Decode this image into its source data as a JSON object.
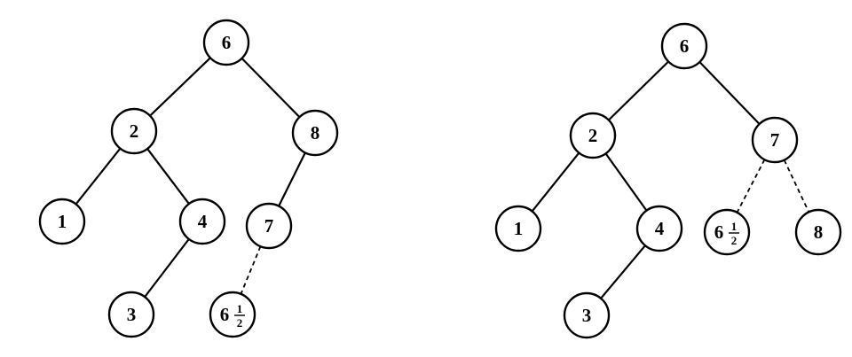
{
  "trees": [
    {
      "nodes": [
        {
          "id": "n6",
          "label": "6"
        },
        {
          "id": "n2",
          "label": "2"
        },
        {
          "id": "n8",
          "label": "8"
        },
        {
          "id": "n1",
          "label": "1"
        },
        {
          "id": "n4",
          "label": "4"
        },
        {
          "id": "n7",
          "label": "7"
        },
        {
          "id": "n3",
          "label": "3"
        },
        {
          "id": "n6h",
          "label": "6",
          "fraction": {
            "numerator": "1",
            "denominator": "2"
          }
        }
      ],
      "edges": [
        {
          "from": "n6",
          "to": "n2",
          "style": "solid"
        },
        {
          "from": "n6",
          "to": "n8",
          "style": "solid"
        },
        {
          "from": "n2",
          "to": "n1",
          "style": "solid"
        },
        {
          "from": "n2",
          "to": "n4",
          "style": "solid"
        },
        {
          "from": "n4",
          "to": "n3",
          "style": "solid"
        },
        {
          "from": "n8",
          "to": "n7",
          "style": "solid"
        },
        {
          "from": "n7",
          "to": "n6h",
          "style": "dashed"
        }
      ]
    },
    {
      "nodes": [
        {
          "id": "n6",
          "label": "6"
        },
        {
          "id": "n2",
          "label": "2"
        },
        {
          "id": "n7",
          "label": "7"
        },
        {
          "id": "n1",
          "label": "1"
        },
        {
          "id": "n4",
          "label": "4"
        },
        {
          "id": "n6h",
          "label": "6",
          "fraction": {
            "numerator": "1",
            "denominator": "2"
          }
        },
        {
          "id": "n8",
          "label": "8"
        },
        {
          "id": "n3",
          "label": "3"
        }
      ],
      "edges": [
        {
          "from": "n6",
          "to": "n2",
          "style": "solid"
        },
        {
          "from": "n6",
          "to": "n7",
          "style": "solid"
        },
        {
          "from": "n2",
          "to": "n1",
          "style": "solid"
        },
        {
          "from": "n2",
          "to": "n4",
          "style": "solid"
        },
        {
          "from": "n4",
          "to": "n3",
          "style": "solid"
        },
        {
          "from": "n7",
          "to": "n6h",
          "style": "dashed"
        },
        {
          "from": "n7",
          "to": "n8",
          "style": "dashed"
        }
      ]
    }
  ]
}
